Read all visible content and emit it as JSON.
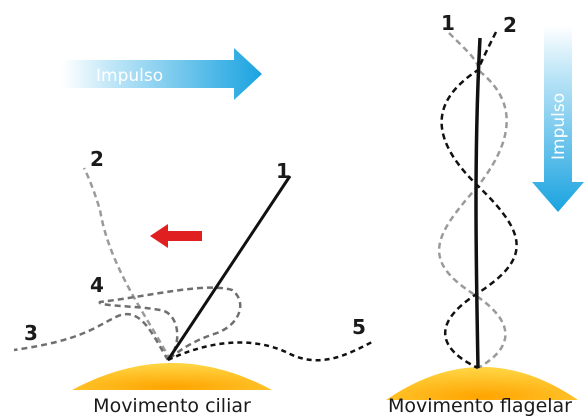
{
  "ciliary": {
    "impulse_label": "Impulso",
    "positions": [
      "1",
      "2",
      "3",
      "4",
      "5"
    ],
    "caption": "Movimento ciliar"
  },
  "flagellar": {
    "impulse_label": "Impulso",
    "strokes": [
      "1",
      "2"
    ],
    "caption": "Movimento flagelar"
  },
  "colors": {
    "impulse_arrow": "#29ABE2",
    "return_arrow": "#E02020",
    "cell_surface": "#F7B800",
    "active_stroke": "#111111",
    "previous_stroke": "#9A9A9A"
  }
}
